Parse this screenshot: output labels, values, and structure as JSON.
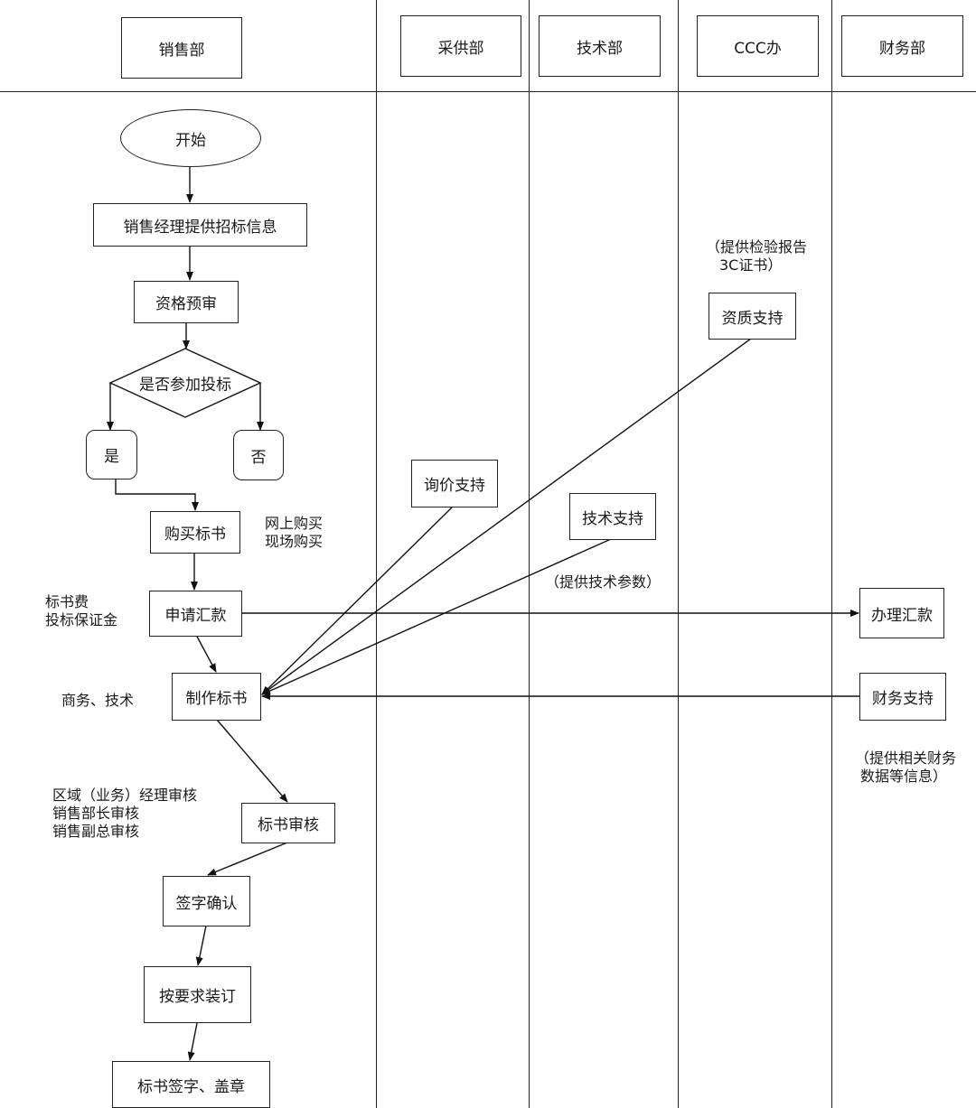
{
  "lanes": {
    "sales": "销售部",
    "purchasing": "采供部",
    "technical": "技术部",
    "ccc": "CCC办",
    "finance": "财务部"
  },
  "nodes": {
    "start": "开始",
    "provide_info": "销售经理提供招标信息",
    "prequal": "资格预审",
    "decide": "是否参加投标",
    "yes": "是",
    "no": "否",
    "buy_docs": "购买标书",
    "apply_remit": "申请汇款",
    "make_docs": "制作标书",
    "review_docs": "标书审核",
    "sign_confirm": "签字确认",
    "bind": "按要求装订",
    "sign_seal": "标书签字、盖章",
    "price_support": "询价支持",
    "tech_support": "技术支持",
    "qual_support": "资质支持",
    "handle_remit": "办理汇款",
    "finance_support": "财务支持"
  },
  "notes": {
    "buy_online": "网上购买",
    "buy_onsite": "现场购买",
    "fee_1": "标书费",
    "fee_2": "投标保证金",
    "biz_tech": "商务、技术",
    "review_1": "区域（业务）经理审核",
    "review_2": "销售部长审核",
    "review_3": "销售副总审核",
    "tech_param": "（提供技术参数）",
    "ccc_note_1": "（提供检验报告",
    "ccc_note_2": "3C证书）",
    "fin_note_1": "（提供相关财务",
    "fin_note_2": "数据等信息）"
  }
}
